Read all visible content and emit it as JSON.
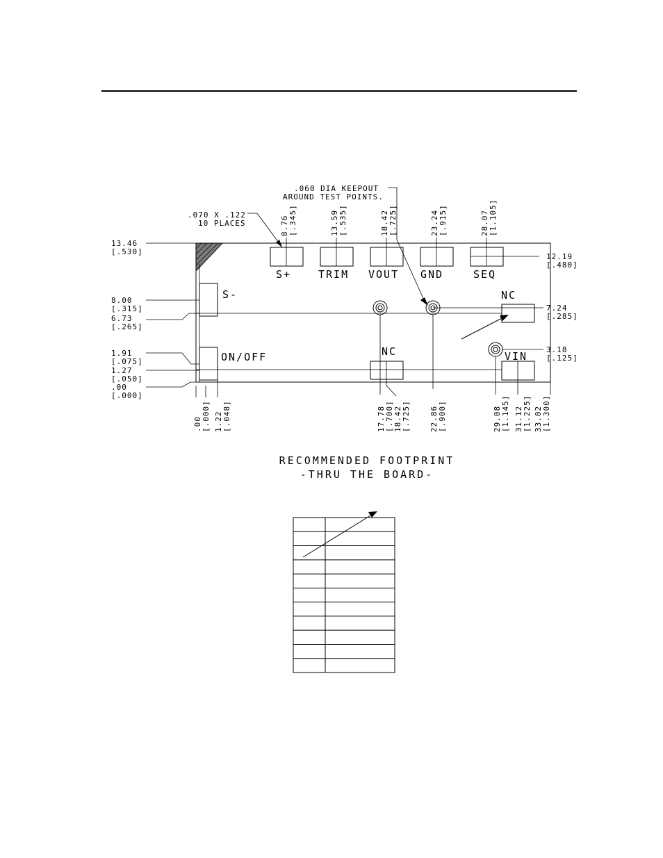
{
  "caption": {
    "line1": "RECOMMENDED FOOTPRINT",
    "line2": "-THRU THE BOARD-"
  },
  "notes": {
    "pad_size": [
      ".070 X .122",
      "10 PLACES"
    ],
    "keepout": [
      ".060 DIA KEEPOUT",
      "AROUND TEST POINTS."
    ]
  },
  "pins": {
    "s_plus": "S+",
    "trim": "TRIM",
    "vout": "VOUT",
    "gnd": "GND",
    "seq": "SEQ",
    "s_minus": "S-",
    "on_off": "ON/OFF",
    "nc_bottom": "NC",
    "nc_right": "NC",
    "vin": "VIN"
  },
  "left_dims": [
    {
      "mm": "13.46",
      "in": "[.530]"
    },
    {
      "mm": "8.00",
      "in": "[.315]"
    },
    {
      "mm": "6.73",
      "in": "[.265]"
    },
    {
      "mm": "1.91",
      "in": "[.075]"
    },
    {
      "mm": "1.27",
      "in": "[.050]"
    },
    {
      "mm": ".00",
      "in": "[.000]"
    }
  ],
  "right_dims": [
    {
      "mm": "12.19",
      "in": "[.480]"
    },
    {
      "mm": "7.24",
      "in": "[.285]"
    },
    {
      "mm": "3.18",
      "in": "[.125]"
    }
  ],
  "top_dims": [
    {
      "mm": "8.76",
      "in": "[.345]"
    },
    {
      "mm": "13.59",
      "in": "[.535]"
    },
    {
      "mm": "18.42",
      "in": "[.725]"
    },
    {
      "mm": "23.24",
      "in": "[.915]"
    },
    {
      "mm": "28.07",
      "in": "[1.105]"
    }
  ],
  "bottom_dims": [
    {
      "mm": ".00",
      "in": "[.000]"
    },
    {
      "mm": "1.22",
      "in": "[.048]"
    },
    {
      "mm": "17.78",
      "in": "[.700]"
    },
    {
      "mm": "18.42",
      "in": "[.725]"
    },
    {
      "mm": "22.86",
      "in": "[.900]"
    },
    {
      "mm": "29.08",
      "in": "[1.145]"
    },
    {
      "mm": "31.12",
      "in": "[1.225]"
    },
    {
      "mm": "33.02",
      "in": "[1.300]"
    }
  ],
  "pin_table": {
    "rows": 11,
    "columns": 2
  }
}
